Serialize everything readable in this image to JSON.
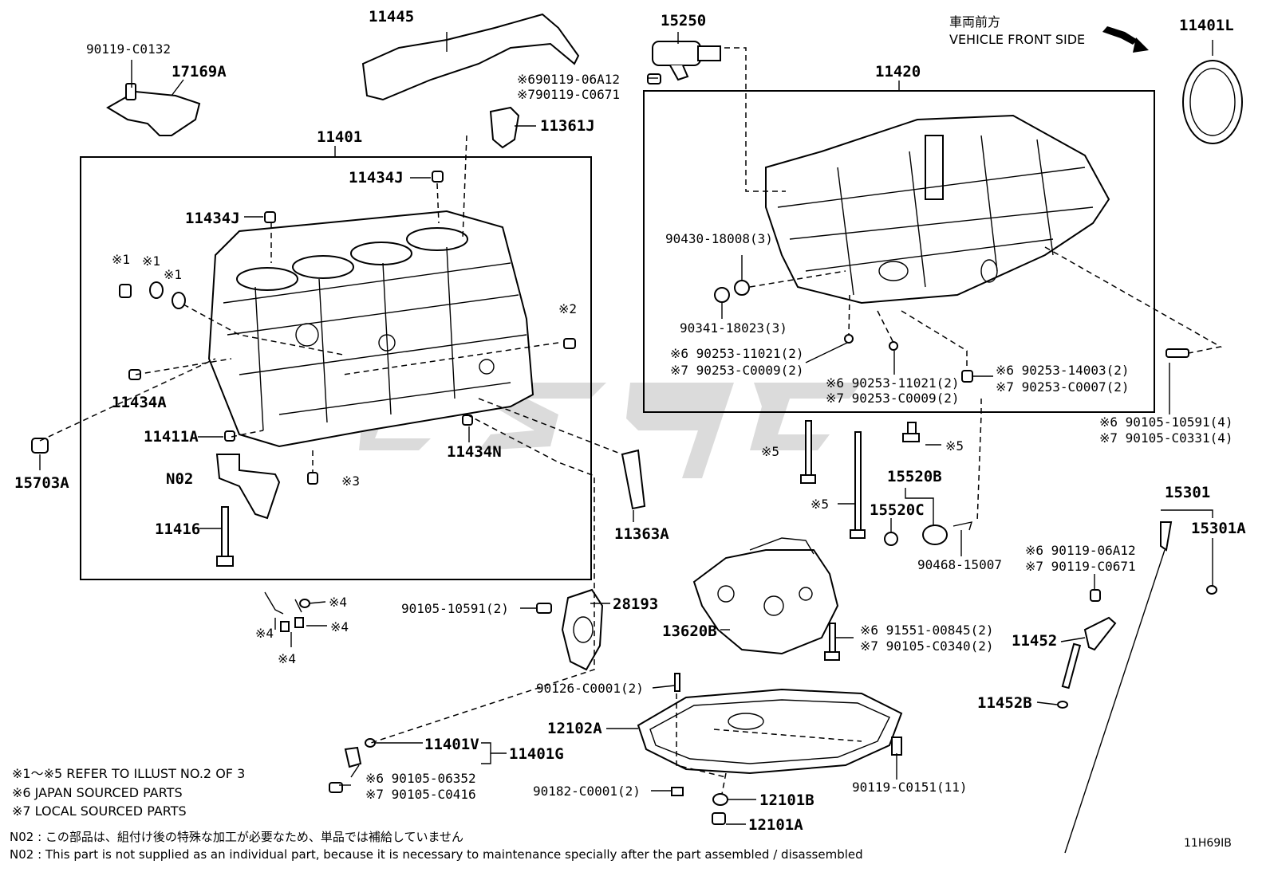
{
  "header": {
    "front_jp": "車両前方",
    "front_en": "VEHICLE FRONT SIDE"
  },
  "labels": {
    "p11445": "11445",
    "p90119_C0132": "90119-C0132",
    "p17169A": "17169A",
    "p15250": "15250",
    "p6_90119_06A12_a": "※690119-06A12",
    "p7_90119_C0671_a": "※790119-C0671",
    "p11401L": "11401L",
    "p11420": "11420",
    "p11361J": "11361J",
    "p11401": "11401",
    "p11434J_1": "11434J",
    "p11434J_2": "11434J",
    "mark1_a": "※1",
    "mark1_b": "※1",
    "mark1_c": "※1",
    "mark2": "※2",
    "p11434A": "11434A",
    "p11411A": "11411A",
    "p15703A": "15703A",
    "pN02": "N02",
    "mark3": "※3",
    "p11434N": "11434N",
    "p11416": "11416",
    "p11363A": "11363A",
    "p90430_18008": "90430-18008(3)",
    "p90341_18023": "90341-18023(3)",
    "p6_90253_11021_a": "※6 90253-11021(2)",
    "p7_90253_C0009_a": "※7 90253-C0009(2)",
    "p6_90253_11021_b": "※6 90253-11021(2)",
    "p7_90253_C0009_b": "※7 90253-C0009(2)",
    "p6_90253_14003": "※6 90253-14003(2)",
    "p7_90253_C0007": "※7 90253-C0007(2)",
    "p6_90105_10591": "※6 90105-10591(4)",
    "p7_90105_C0331": "※7 90105-C0331(4)",
    "mark5_a": "※5",
    "mark5_b": "※5",
    "mark5_c": "※5",
    "p15520B": "15520B",
    "p15520C": "15520C",
    "p90468_15007": "90468-15007",
    "p15301": "15301",
    "p15301A": "15301A",
    "p6_90119_06A12_b": "※6 90119-06A12",
    "p7_90119_C0671_b": "※7 90119-C0671",
    "mark4_a": "※4",
    "mark4_b": "※4",
    "mark4_c": "※4",
    "mark4_d": "※4",
    "p90105_10591_2": "90105-10591(2)",
    "p28193": "28193",
    "p13620B": "13620B",
    "p6_91551_00845": "※6 91551-00845(2)",
    "p7_90105_C0340": "※7 90105-C0340(2)",
    "p11452": "11452",
    "p11452B": "11452B",
    "p90126_C0001": "90126-C0001(2)",
    "p12102A": "12102A",
    "p11401V": "11401V",
    "p11401G": "11401G",
    "p6_90105_06352": "※6  90105-06352",
    "p7_90105_C0416": "※7  90105-C0416",
    "p90119_C0151": "90119-C0151(11)",
    "p90182_C0001": "90182-C0001(2)",
    "p12101B": "12101B",
    "p12101A": "12101A"
  },
  "notes": {
    "line1": "※1～※5  REFER TO ILLUST NO.2 OF 3",
    "line2": "※6 JAPAN SOURCED PARTS",
    "line3": "※7 LOCAL SOURCED PARTS",
    "n02_jp": "N02 : この部品は、組付け後の特殊な加工が必要なため、単品では補給していません",
    "n02_en": "N02 : This part is not supplied as an individual part, because it is necessary to maintenance specially after the part assembled / disassembled"
  },
  "illustration_id": "11H69IB",
  "icons": {
    "arrow": "front-direction-arrow-icon"
  }
}
